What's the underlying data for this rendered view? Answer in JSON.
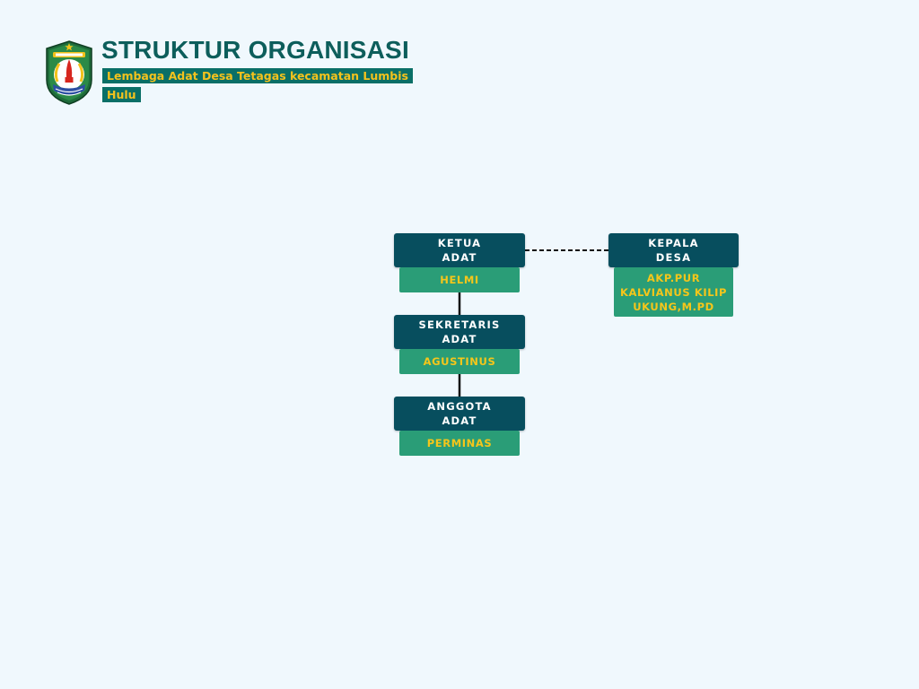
{
  "header": {
    "title": "STRUKTUR ORGANISASI",
    "subtitle": "Lembaga Adat Desa Tetagas kecamatan Lumbis Hulu",
    "logo_icon": "regency-coat-of-arms-icon"
  },
  "org_chart": {
    "nodes": [
      {
        "id": "ketua",
        "role": "KETUA\nADAT",
        "name": "HELMI"
      },
      {
        "id": "sekretaris",
        "role": "SEKRETARIS\nADAT",
        "name": "AGUSTINUS"
      },
      {
        "id": "anggota",
        "role": "ANGGOTA\nADAT",
        "name": "PERMINAS"
      },
      {
        "id": "kepala",
        "role": "KEPALA\nDESA",
        "name": "AKP.PUR\nKALVIANUS KILIP\nUKUNG,M.PD"
      }
    ],
    "links": [
      {
        "from": "ketua",
        "to": "sekretaris",
        "style": "solid"
      },
      {
        "from": "sekretaris",
        "to": "anggota",
        "style": "solid"
      },
      {
        "from": "ketua",
        "to": "kepala",
        "style": "dashed"
      }
    ]
  },
  "colors": {
    "background": "#f0f8fd",
    "title": "#0d5e5b",
    "role_box": "#074e5e",
    "name_box": "#2a9d77",
    "name_text": "#f6c61a",
    "subtitle_bg": "#0a6f67",
    "subtitle_text": "#f4c21d"
  }
}
